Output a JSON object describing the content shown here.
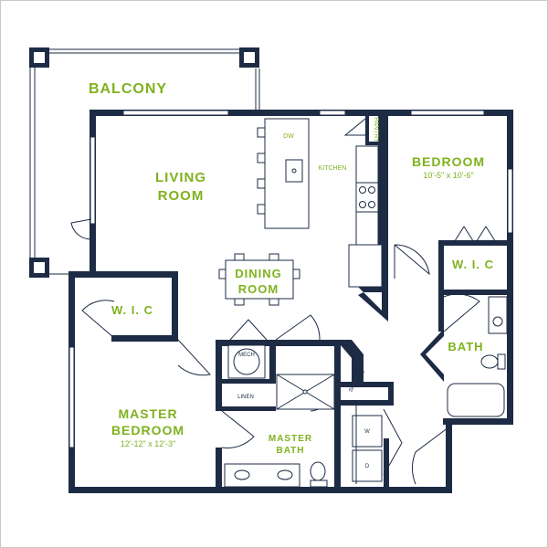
{
  "rooms": {
    "balcony": "BALCONY",
    "living_1": "LIVING",
    "living_2": "ROOM",
    "dining_1": "DINING",
    "dining_2": "ROOM",
    "bedroom": "BEDROOM",
    "bedroom_dim": "10'-5\" x 10'-6\"",
    "wic_right": "W. I. C",
    "wic_left": "W. I. C",
    "bath": "BATH",
    "master_bed_1": "MASTER",
    "master_bed_2": "BEDROOM",
    "master_bed_dim": "12'-12\" x 12'-3\"",
    "master_bath_1": "MASTER",
    "master_bath_2": "BATH"
  },
  "fixtures": {
    "dw": "DW",
    "kitchen": "KITCHEN",
    "pantry": "PANTRY",
    "mech": "MECH",
    "linen": "LINEN",
    "shelves": "SHELVES",
    "washer": "W",
    "dryer": "D"
  },
  "colors": {
    "wall": "#1d2b45",
    "label": "#7fb21e"
  }
}
